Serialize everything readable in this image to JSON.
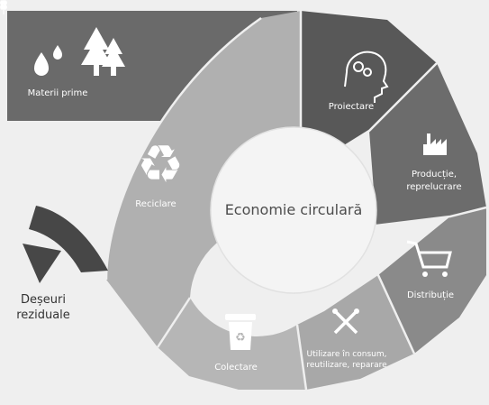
{
  "diagram": {
    "center_label": "Economie circulară",
    "raw_materials": {
      "label": "Materii prime"
    },
    "segments": [
      {
        "id": "design",
        "label_lines": [
          "Proiectare"
        ],
        "icon": "head-gears-icon"
      },
      {
        "id": "production",
        "label_lines": [
          "Producție,",
          "reprelucrare"
        ],
        "icon": "factory-icon"
      },
      {
        "id": "distribution",
        "label_lines": [
          "Distribuție"
        ],
        "icon": "shopping-cart-icon"
      },
      {
        "id": "consumption",
        "label_lines": [
          "Utilizare în consum,",
          "reutilizare, reparare"
        ],
        "icon": "tools-icon"
      },
      {
        "id": "collection",
        "label_lines": [
          "Colectare"
        ],
        "icon": "recycle-bin-icon"
      },
      {
        "id": "recycling",
        "label_lines": [
          "Reciclare"
        ],
        "icon": "recycle-icon"
      }
    ],
    "residual_waste": {
      "label_lines": [
        "Deșeuri",
        "reziduale"
      ]
    },
    "colors": {
      "background": "#efefef",
      "raw_materials_box": "#6a6a6a",
      "design": "#585858",
      "production": "#6c6c6c",
      "distribution": "#8a8a8a",
      "consumption": "#a8a8a8",
      "collection": "#b6b6b6",
      "recycling": "#b0b0b0",
      "center": "#f4f4f4",
      "arrow": "#474747"
    }
  }
}
